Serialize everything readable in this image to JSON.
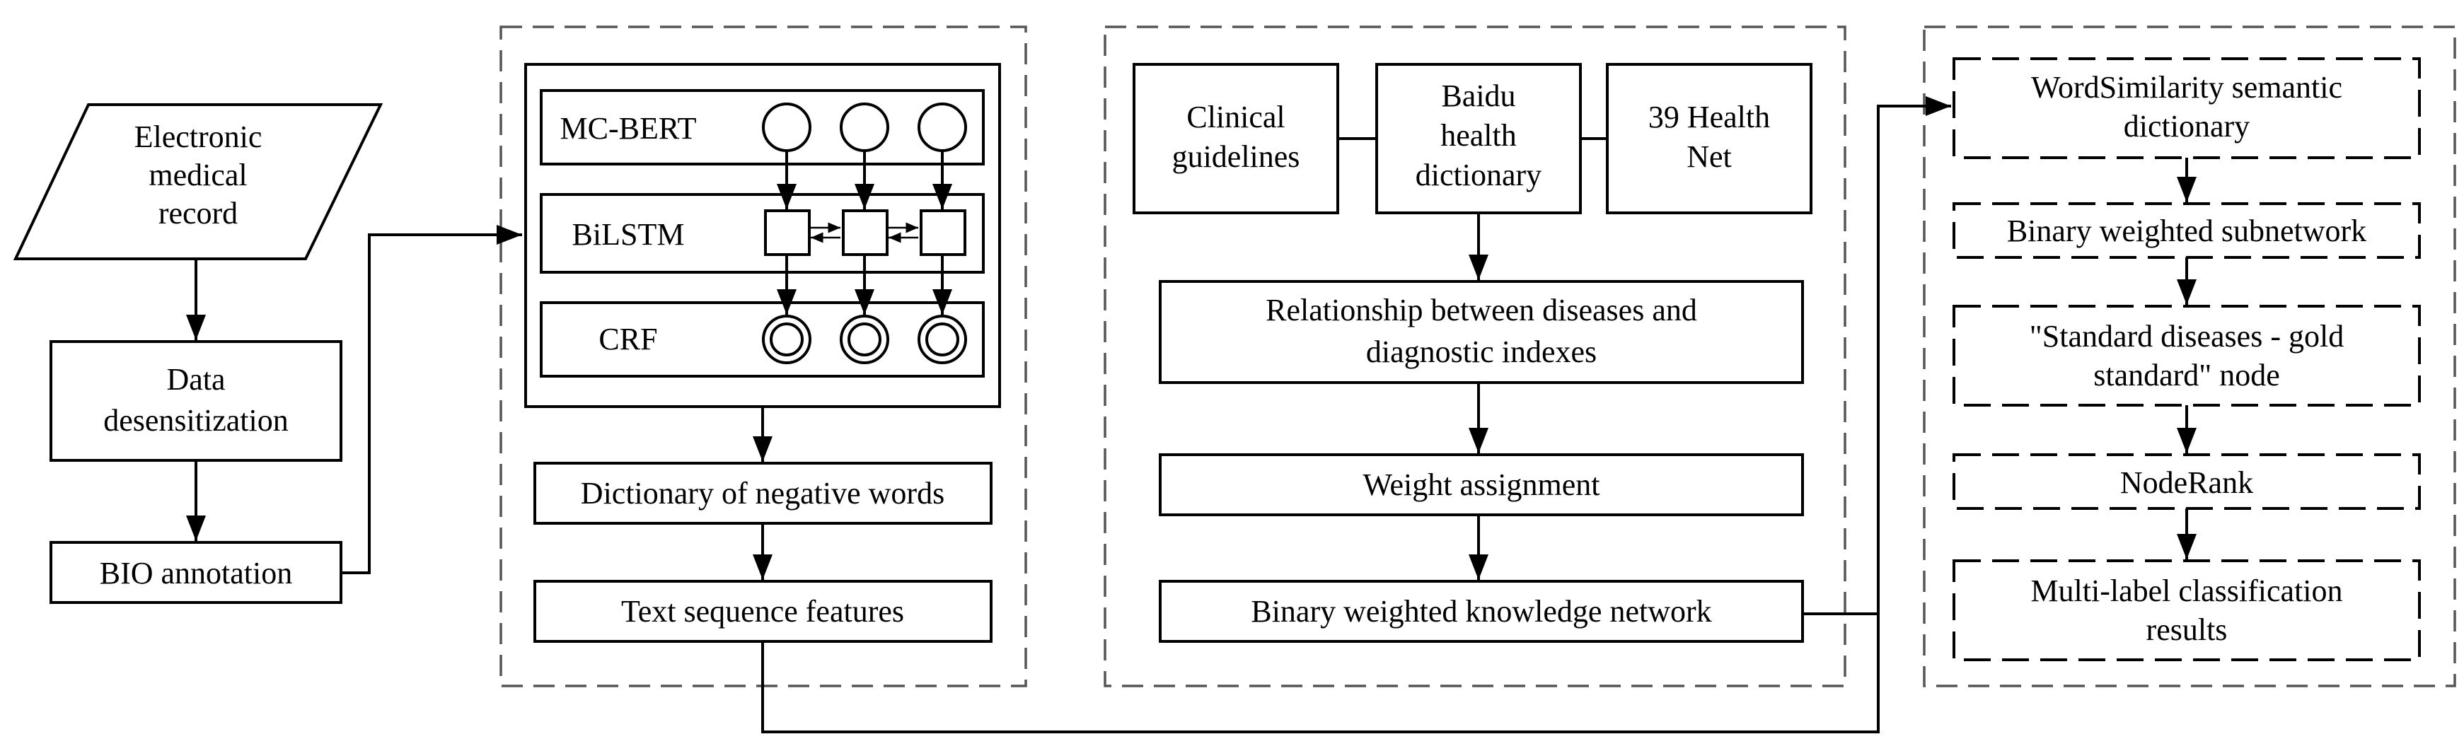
{
  "input": {
    "emr": [
      "Electronic",
      "medical",
      "record"
    ],
    "desensitization": [
      "Data",
      "desensitization"
    ],
    "bio": "BIO annotation"
  },
  "model": {
    "mcbert": "MC-BERT",
    "bilstm": "BiLSTM",
    "crf": "CRF",
    "negative_dict": "Dictionary of negative words",
    "text_features": "Text sequence features"
  },
  "knowledge": {
    "sources": {
      "clinical": [
        "Clinical",
        "guidelines"
      ],
      "baidu": [
        "Baidu",
        "health",
        "dictionary"
      ],
      "health39": [
        "39 Health",
        "Net"
      ]
    },
    "relationship": [
      "Relationship between diseases and",
      "diagnostic indexes"
    ],
    "weight": "Weight assignment",
    "network": "Binary weighted knowledge network"
  },
  "classification": {
    "wordsim": [
      "WordSimilarity semantic",
      "dictionary"
    ],
    "subnetwork": "Binary weighted subnetwork",
    "gold": [
      "\"Standard diseases - gold",
      "standard\" node"
    ],
    "noderank": "NodeRank",
    "results": [
      "Multi-label classification",
      "results"
    ]
  }
}
